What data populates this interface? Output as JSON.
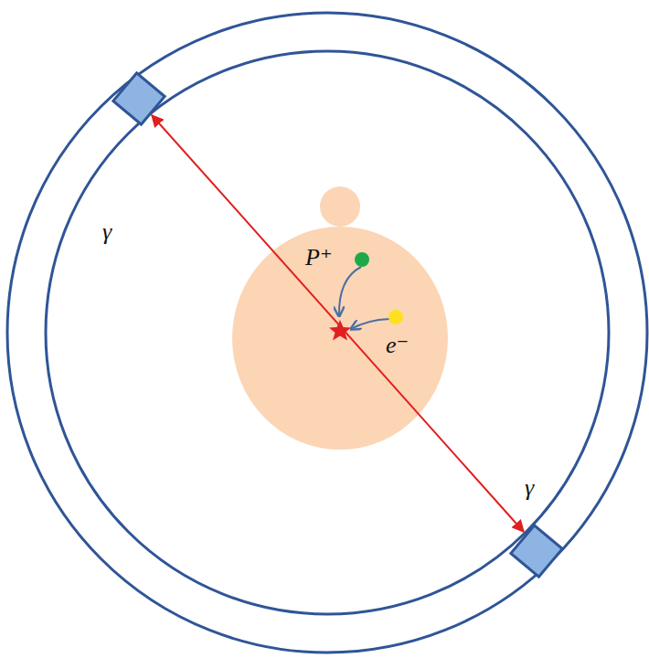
{
  "diagram": {
    "labels": [
      "γ",
      "P⁺",
      "e⁻",
      "γ"
    ]
  }
}
